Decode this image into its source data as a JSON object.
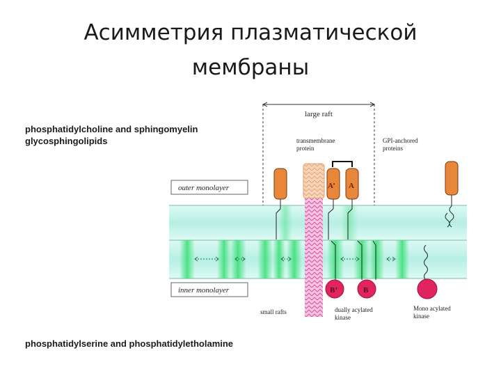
{
  "slide": {
    "title_line1": "Асимметрия плазматической",
    "title_line2": "мембраны"
  },
  "left_labels": {
    "outer_lipids_line1": "phosphatidylcholine and sphingomyelin",
    "outer_lipids_line2": "glycosphingolipids",
    "inner_lipids": "phosphatidylserine and phosphatidyletholamine"
  },
  "diagram": {
    "large_raft": "large raft",
    "transmembrane_line1": "transmembrane",
    "transmembrane_line2": "protein",
    "gpi_line1": "GPI-anchored",
    "gpi_line2": "proteins",
    "outer_monolayer": "outer monolayer",
    "inner_monolayer": "inner monolayer",
    "small_rafts": "small rafts",
    "dually_line1": "dually acylated",
    "dually_line2": "kinase",
    "mono_line1": "Mono acylated",
    "mono_line2": "kinase",
    "protein_a_prime": "A’",
    "protein_a": "A",
    "kinase_b_prime": "B’",
    "kinase_b": "B"
  },
  "colors": {
    "membrane_band": "#bff3e9",
    "raft_green": "#3fe07a",
    "protein_orange": "#e8873a",
    "kinase_red": "#e0245e",
    "transmembrane_pink": "#f7c8e6"
  }
}
